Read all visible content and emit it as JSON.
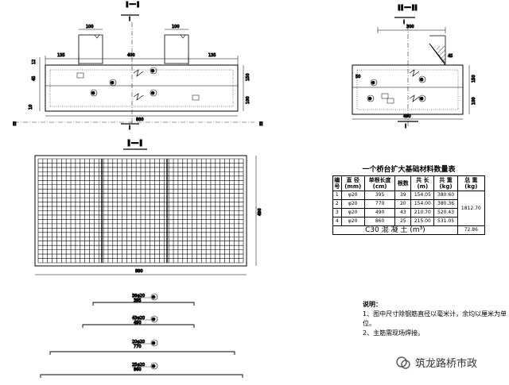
{
  "views": {
    "elevation_1": {
      "title": "I－I",
      "section_mark": "I",
      "dims": {
        "d100": "100",
        "d135a": "135",
        "d400": "400",
        "d135b": "135",
        "d12": "12",
        "d45": "45",
        "d150": "150",
        "d100v": "100",
        "d10": "10",
        "d880": "880"
      },
      "markers": [
        "①",
        "②",
        "③",
        "④"
      ],
      "side_mark": "II"
    },
    "elevation_2": {
      "title": "II－II",
      "section_mark": "I",
      "dims": {
        "d300": "300",
        "d45": "45",
        "d50": "50",
        "d150": "150",
        "d100": "100",
        "d490": "490"
      },
      "markers": [
        "①",
        "②",
        "③",
        "④"
      ]
    },
    "plan": {
      "title": "I－I",
      "dims": {
        "width": "880",
        "height": "490"
      }
    },
    "bars": [
      {
        "label_top": "38φ20",
        "label_bottom": "395",
        "marker": "①"
      },
      {
        "label_top": "43φ20",
        "label_bottom": "490",
        "marker": "②"
      },
      {
        "label_top": "20φ20",
        "label_bottom": "770",
        "marker": "③"
      },
      {
        "label_top": "25φ20",
        "label_bottom": "860",
        "marker": "④"
      }
    ]
  },
  "material_table": {
    "title": "一个桥台扩大基础材料数量表",
    "headers": {
      "no_top": "编",
      "no_bottom": "号",
      "dia_top": "直 径",
      "dia_bottom": "(mm)",
      "len_top": "单根长度",
      "len_bottom": "(cm)",
      "count": "根数",
      "total_top": "共 长",
      "total_bottom": "(m)",
      "weight_top": "共 重",
      "weight_bottom": "(kg)",
      "sum_top": "总 重",
      "sum_bottom": "(kg)"
    },
    "rows": [
      {
        "no": "1",
        "dia": "φ20",
        "len": "395",
        "count": "39",
        "total": "154.05",
        "weight": "380.60"
      },
      {
        "no": "2",
        "dia": "φ20",
        "len": "770",
        "count": "20",
        "total": "154.00",
        "weight": "380.36"
      },
      {
        "no": "3",
        "dia": "φ20",
        "len": "490",
        "count": "43",
        "total": "210.70",
        "weight": "520.43"
      },
      {
        "no": "4",
        "dia": "φ20",
        "len": "860",
        "count": "25",
        "total": "215.00",
        "weight": "531.05"
      }
    ],
    "sum_weight": "1812.70",
    "concrete_label": "C30 混 凝 土 (m³)",
    "concrete_value": "72.86"
  },
  "notes": {
    "title": "说明：",
    "items": [
      "1、图中尺寸除钢筋直径以毫米计，余均以厘米为单位。",
      "2、主筋需现场焊接。"
    ]
  },
  "watermark": {
    "text": "筑龙路桥市政"
  }
}
